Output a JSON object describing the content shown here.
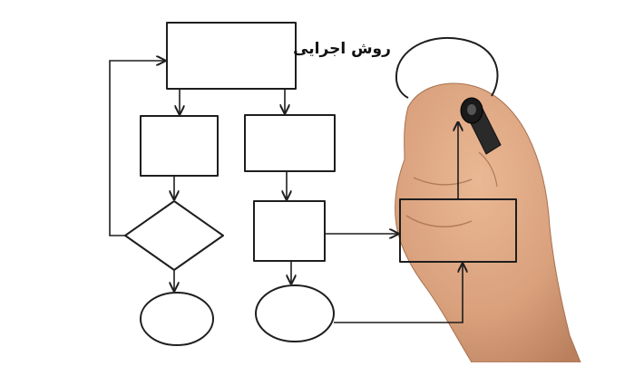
{
  "diagram": {
    "title": "روش اجرایی",
    "ink_color": "#1e1e1e",
    "skin_color": "#d9a07c",
    "nodes": [
      {
        "id": "top-box",
        "shape": "rectangle"
      },
      {
        "id": "left-box",
        "shape": "rectangle"
      },
      {
        "id": "right-box",
        "shape": "rectangle"
      },
      {
        "id": "decision-diamond",
        "shape": "diamond"
      },
      {
        "id": "middle-box",
        "shape": "rectangle"
      },
      {
        "id": "far-right-box",
        "shape": "rectangle"
      },
      {
        "id": "left-ellipse",
        "shape": "ellipse"
      },
      {
        "id": "middle-ellipse",
        "shape": "ellipse"
      },
      {
        "id": "top-right-ellipse",
        "shape": "ellipse"
      }
    ],
    "edges": [
      {
        "from": "top-box",
        "to": "left-box"
      },
      {
        "from": "top-box",
        "to": "right-box"
      },
      {
        "from": "left-box",
        "to": "decision-diamond"
      },
      {
        "from": "decision-diamond",
        "to": "top-box"
      },
      {
        "from": "decision-diamond",
        "to": "left-ellipse"
      },
      {
        "from": "right-box",
        "to": "middle-box"
      },
      {
        "from": "middle-box",
        "to": "middle-ellipse"
      },
      {
        "from": "middle-box",
        "to": "far-right-box"
      },
      {
        "from": "middle-ellipse",
        "to": "far-right-box"
      },
      {
        "from": "far-right-box",
        "to": "top-right-ellipse"
      }
    ]
  }
}
